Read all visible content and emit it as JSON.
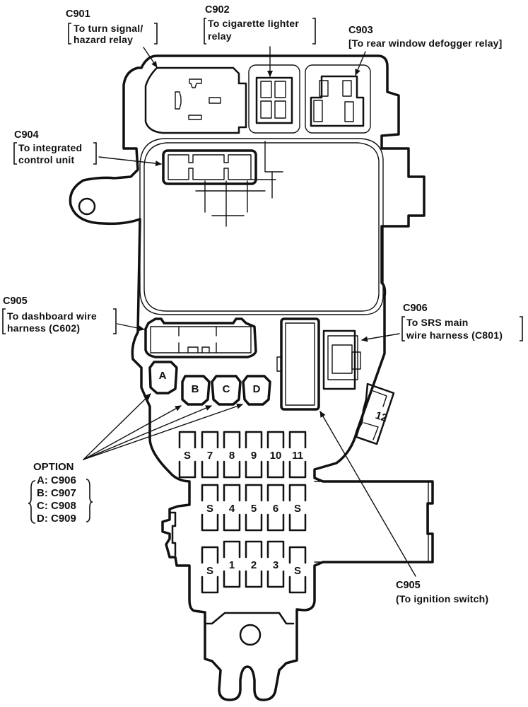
{
  "diagram": {
    "title": "Under-dash fuse/relay box connector locator",
    "callouts": {
      "c901": {
        "id": "C901",
        "desc_line1": "To turn signal/",
        "desc_line2": "hazard relay"
      },
      "c902": {
        "id": "C902",
        "desc_line1": "To cigarette lighter",
        "desc_line2": "relay"
      },
      "c903": {
        "id": "C903",
        "desc_line1": "[To rear window defogger relay]"
      },
      "c904": {
        "id": "C904",
        "desc_line1": "To integrated",
        "desc_line2": "control unit"
      },
      "c905_dash": {
        "id": "C905",
        "desc_line1": "To dashboard wire",
        "desc_line2": "harness (C602)"
      },
      "c906": {
        "id": "C906",
        "desc_line1": "To SRS main",
        "desc_line2": "wire harness (C801)"
      },
      "c905_ign": {
        "id": "C905",
        "desc_line1": "(To ignition switch)"
      }
    },
    "option": {
      "title": "OPTION",
      "items": [
        "A: C906",
        "B: C907",
        "C: C908",
        "D: C909"
      ]
    },
    "option_connectors": [
      "A",
      "B",
      "C",
      "D"
    ],
    "fuse_rows": [
      [
        "S",
        "7",
        "8",
        "9",
        "10",
        "11"
      ],
      [
        "S",
        "4",
        "5",
        "6",
        "S"
      ],
      [
        "S",
        "1",
        "2",
        "3",
        "S"
      ]
    ],
    "side_fuse": "12"
  }
}
